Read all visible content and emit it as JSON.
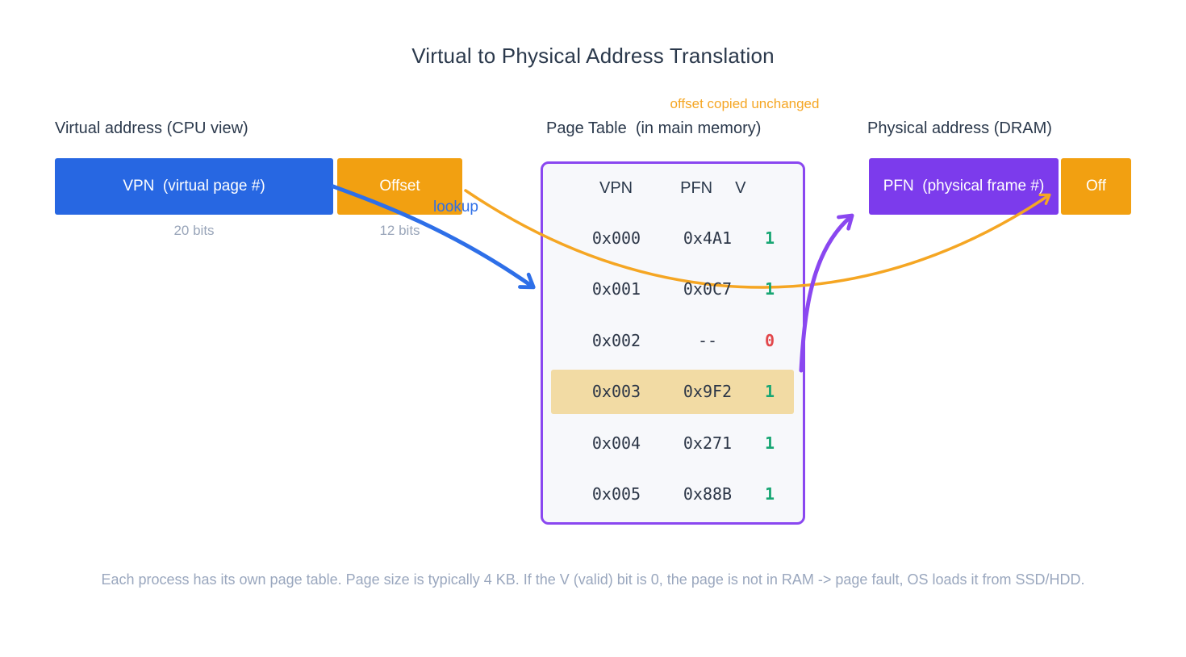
{
  "title": "Virtual to Physical Address Translation",
  "annotations": {
    "offset_copied": "offset copied unchanged",
    "lookup": "lookup"
  },
  "virtual_address": {
    "heading": "Virtual address (CPU view)",
    "vpn_label": "VPN  (virtual page #)",
    "vpn_bits": "20 bits",
    "offset_label": "Offset",
    "offset_bits": "12 bits"
  },
  "page_table": {
    "heading": "Page Table  (in main memory)",
    "columns": {
      "vpn": "VPN",
      "pfn": "PFN",
      "v": "V"
    },
    "rows": [
      {
        "vpn": "0x000",
        "pfn": "0x4A1",
        "v": "1"
      },
      {
        "vpn": "0x001",
        "pfn": "0x0C7",
        "v": "1"
      },
      {
        "vpn": "0x002",
        "pfn": "--",
        "v": "0"
      },
      {
        "vpn": "0x003",
        "pfn": "0x9F2",
        "v": "1"
      },
      {
        "vpn": "0x004",
        "pfn": "0x271",
        "v": "1"
      },
      {
        "vpn": "0x005",
        "pfn": "0x88B",
        "v": "1"
      }
    ]
  },
  "physical_address": {
    "heading": "Physical address (DRAM)",
    "pfn_label": "PFN  (physical frame #)",
    "off_label": "Off"
  },
  "footer": "Each process has its own page table. Page size is typically 4 KB. If the V (valid) bit is 0, the page is not in RAM -> page fault, OS loads it from SSD/HDD.",
  "colors": {
    "blue": "#2767E2",
    "orange": "#F2A011",
    "purple": "#7C3BEC",
    "purple_border": "#8A47F0",
    "highlight": "#F2DBA4",
    "green": "#17A673",
    "red": "#E2474B",
    "ink": "#2B394C",
    "muted": "#99A5B9",
    "footer_gray": "#9AA7BE",
    "table_bg": "#F7F8FB",
    "arrow_blue": "#2E6FE8",
    "arrow_orange": "#F5A623"
  }
}
